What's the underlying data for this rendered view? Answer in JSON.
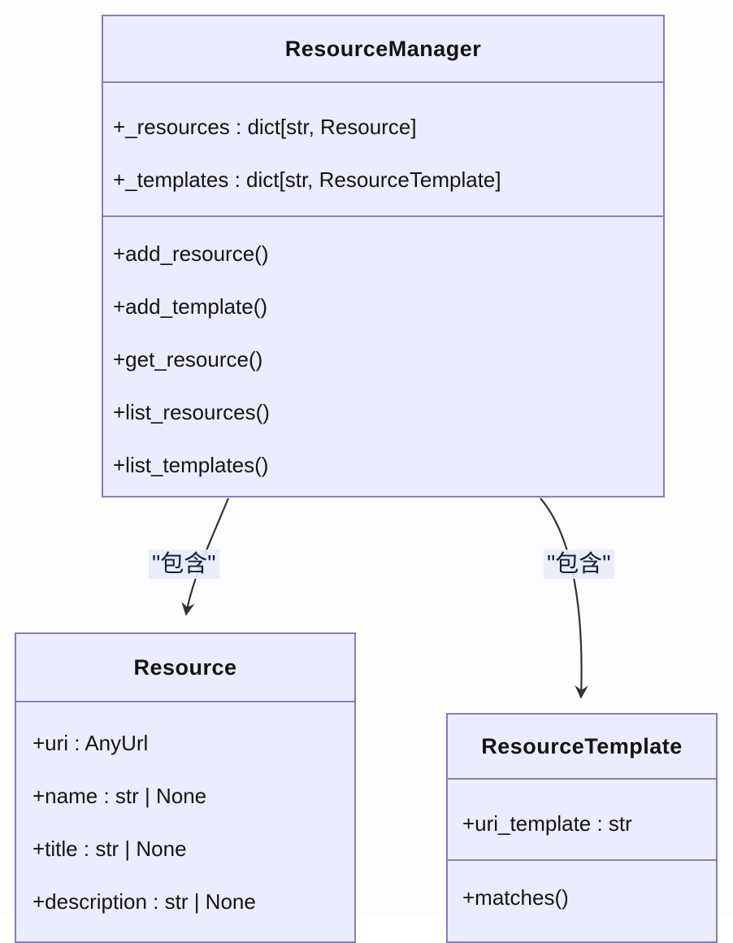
{
  "diagram": {
    "type": "uml-class-diagram",
    "colors": {
      "box_fill": "#ECECFF",
      "box_border": "#8B7CB6",
      "arrow": "#333333",
      "edge_label_background": "#E8EBF8",
      "text": "#141414"
    },
    "classes": [
      {
        "title": "ResourceManager",
        "attributes": [
          "+_resources : dict[str, Resource]",
          "+_templates : dict[str, ResourceTemplate]"
        ],
        "methods": [
          "+add_resource()",
          "+add_template()",
          "+get_resource()",
          "+list_resources()",
          "+list_templates()"
        ]
      },
      {
        "title": "Resource",
        "attributes": [
          "+uri : AnyUrl",
          "+name : str | None",
          "+title : str | None",
          "+description : str | None"
        ],
        "methods": []
      },
      {
        "title": "ResourceTemplate",
        "attributes": [
          "+uri_template : str"
        ],
        "methods": [
          "+matches()"
        ]
      }
    ],
    "edges": [
      {
        "from": "ResourceManager",
        "to": "Resource",
        "label": "\"包含\""
      },
      {
        "from": "ResourceManager",
        "to": "ResourceTemplate",
        "label": "\"包含\""
      }
    ]
  }
}
